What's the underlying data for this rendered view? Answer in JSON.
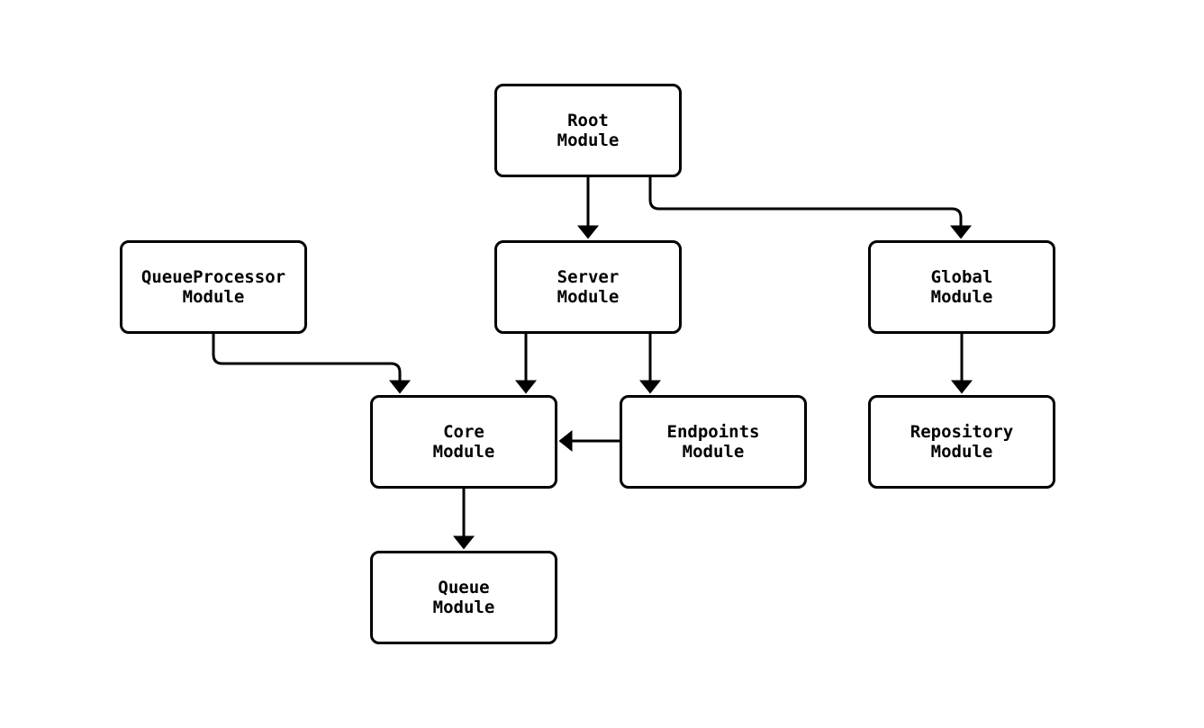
{
  "diagram": {
    "type": "flowchart",
    "background_color": "#ffffff",
    "node_fill_color": "#ffffff",
    "line_color": "#000000",
    "text_color": "#000000",
    "nodes": [
      {
        "id": "root",
        "label": "Root\nModule"
      },
      {
        "id": "server",
        "label": "Server\nModule"
      },
      {
        "id": "queueprocessor",
        "label": "QueueProcessor\nModule"
      },
      {
        "id": "global",
        "label": "Global\nModule"
      },
      {
        "id": "core",
        "label": "Core\nModule"
      },
      {
        "id": "endpoints",
        "label": "Endpoints\nModule"
      },
      {
        "id": "repository",
        "label": "Repository\nModule"
      },
      {
        "id": "queue",
        "label": "Queue\nModule"
      }
    ],
    "edges": [
      {
        "from": "root",
        "to": "server"
      },
      {
        "from": "root",
        "to": "global"
      },
      {
        "from": "queueprocessor",
        "to": "core"
      },
      {
        "from": "server",
        "to": "core"
      },
      {
        "from": "server",
        "to": "endpoints"
      },
      {
        "from": "endpoints",
        "to": "core"
      },
      {
        "from": "global",
        "to": "repository"
      },
      {
        "from": "core",
        "to": "queue"
      }
    ]
  }
}
